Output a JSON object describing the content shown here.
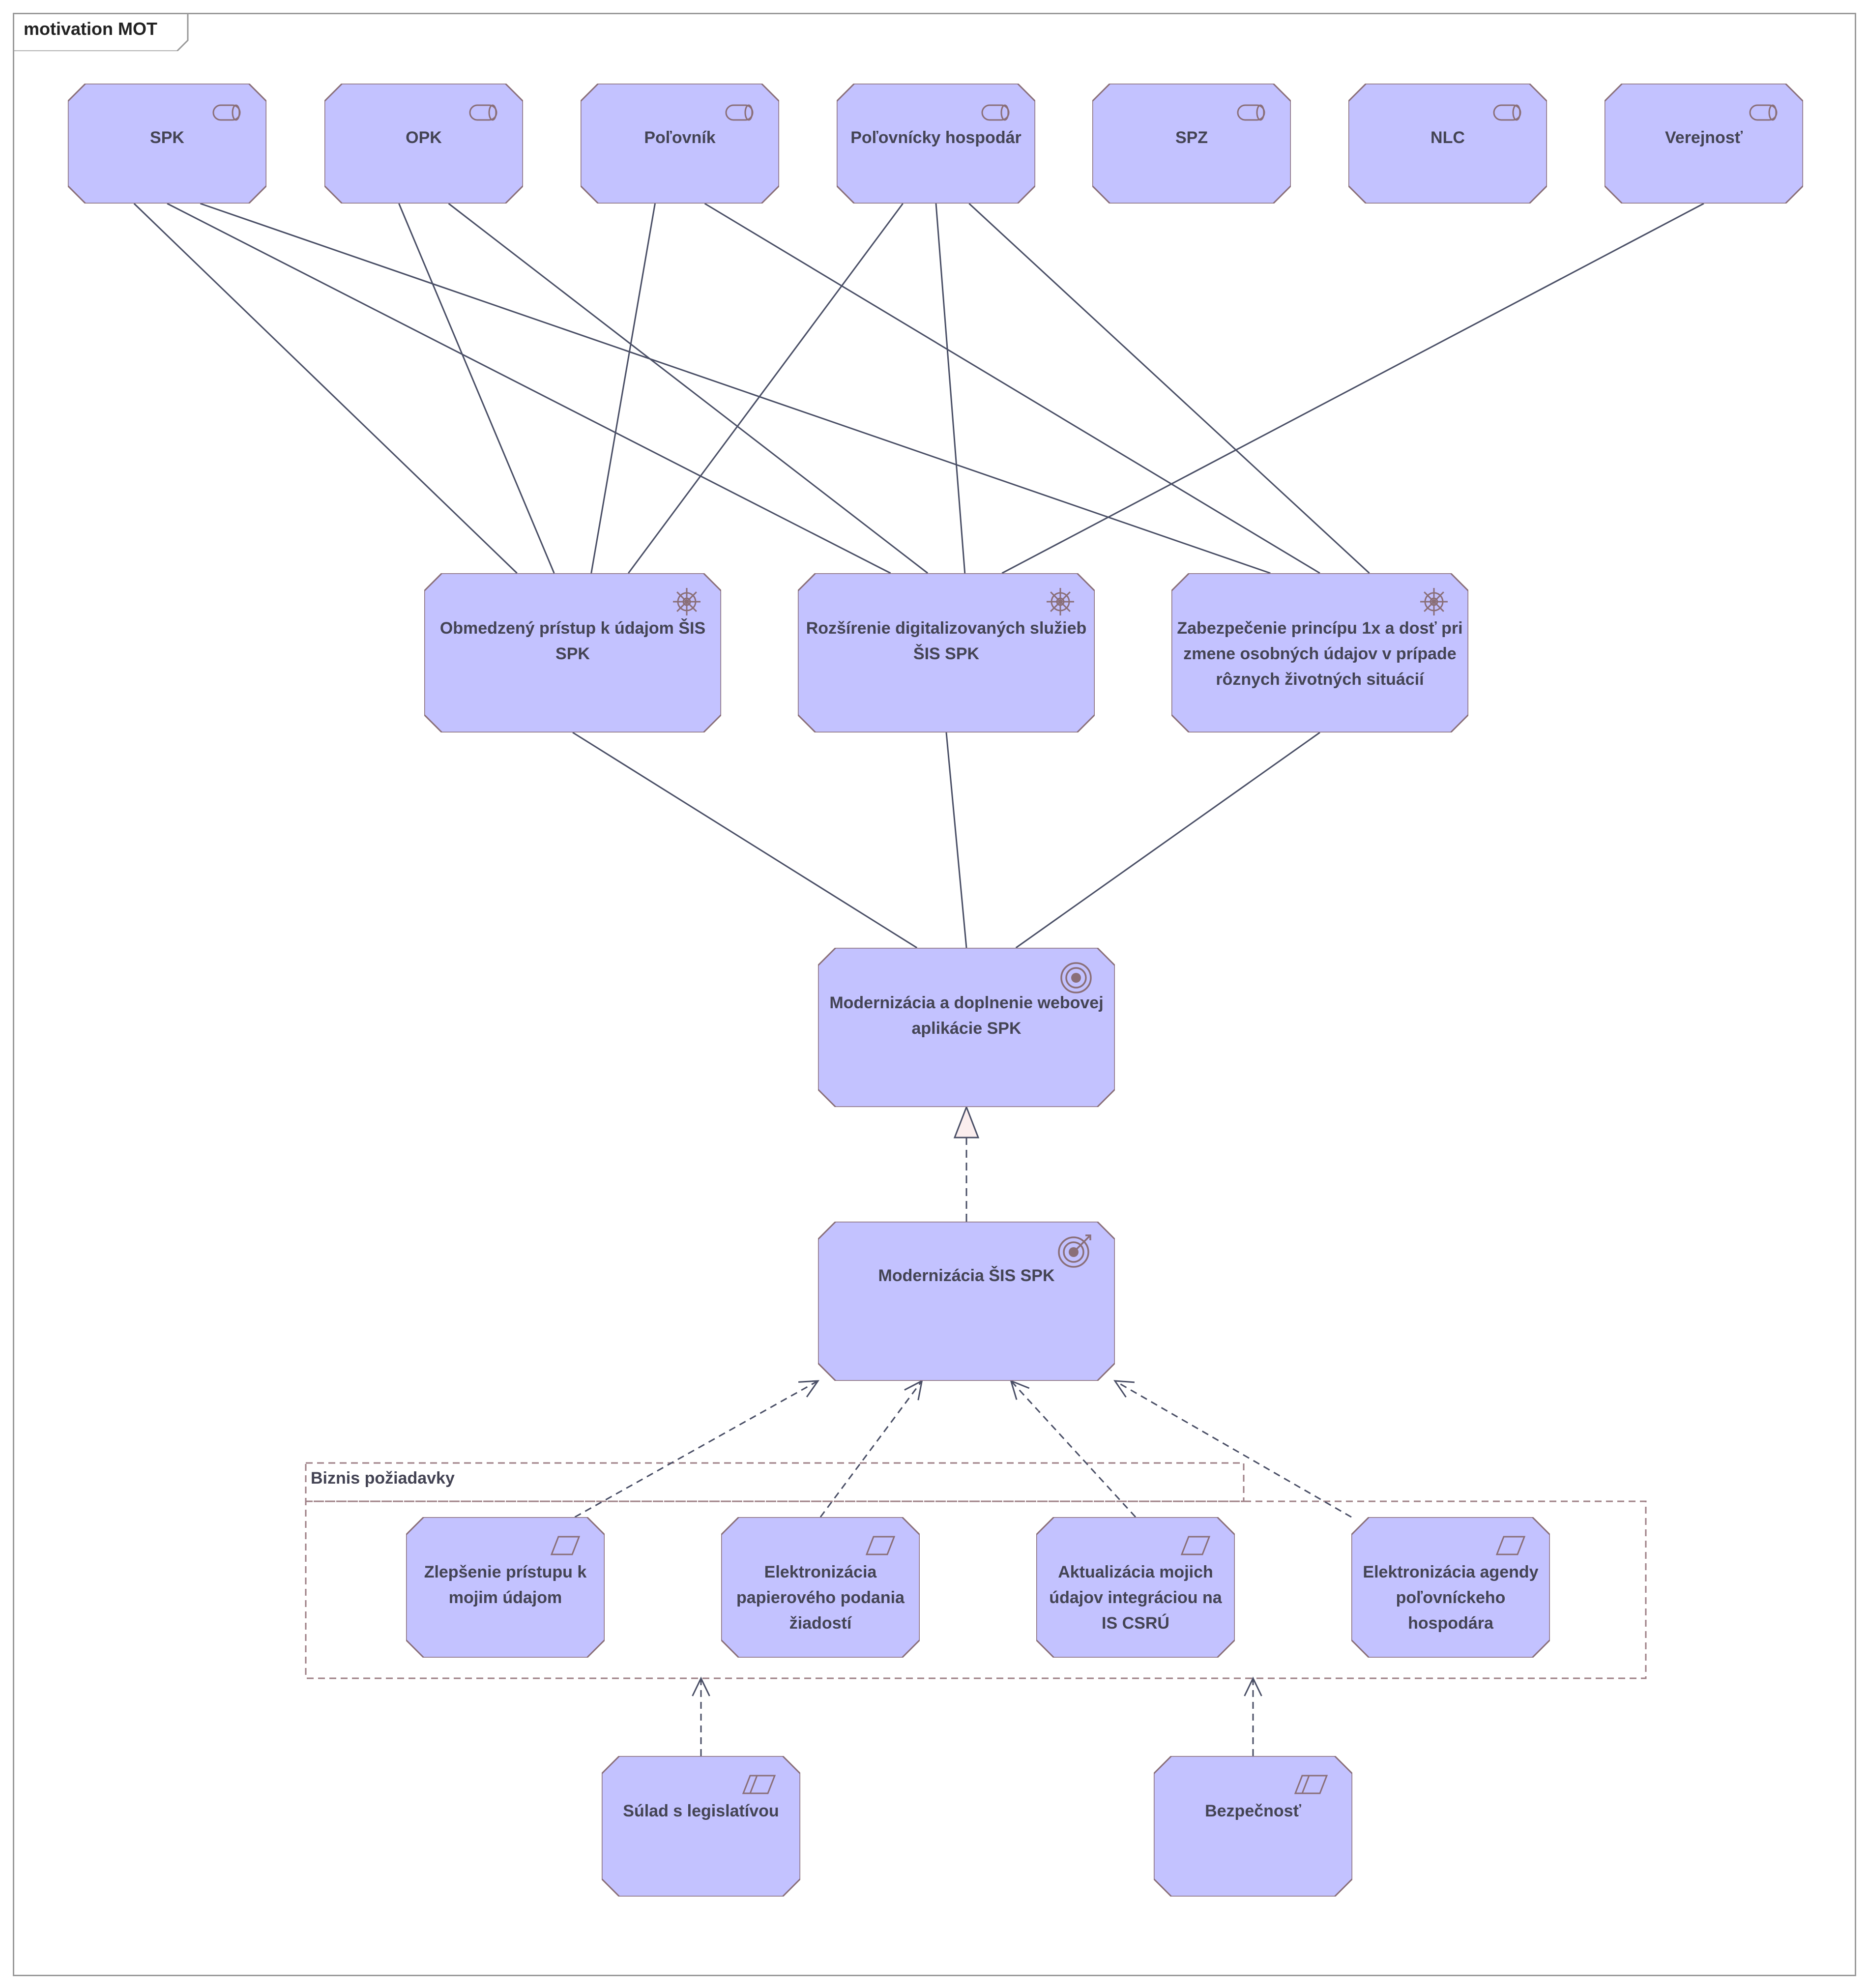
{
  "diagram": {
    "frame_title": "motivation MOT",
    "colors": {
      "node_fill": "#c3c2ff",
      "node_stroke": "#8a6f78",
      "edge": "#4a4f66",
      "group_border": "#9e7f86",
      "icon": "#8a6f78",
      "text": "#444454"
    },
    "stakeholders": [
      {
        "id": "spk",
        "label": "SPK",
        "icon": "stakeholder-icon"
      },
      {
        "id": "opk",
        "label": "OPK",
        "icon": "stakeholder-icon"
      },
      {
        "id": "polovnik",
        "label": "Poľovník",
        "icon": "stakeholder-icon"
      },
      {
        "id": "hospodar",
        "label": "Poľovnícky hospodár",
        "icon": "stakeholder-icon"
      },
      {
        "id": "spz",
        "label": "SPZ",
        "icon": "stakeholder-icon"
      },
      {
        "id": "nlc",
        "label": "NLC",
        "icon": "stakeholder-icon"
      },
      {
        "id": "verejnost",
        "label": "Verejnosť",
        "icon": "stakeholder-icon"
      }
    ],
    "drivers": [
      {
        "id": "d1",
        "label": "Obmedzený prístup k údajom ŠIS SPK",
        "icon": "driver-icon"
      },
      {
        "id": "d2",
        "label": "Rozšírenie digitalizovaných služieb ŠIS SPK",
        "icon": "driver-icon"
      },
      {
        "id": "d3",
        "label": "Zabezpečenie princípu 1x a dosť pri zmene osobných údajov v prípade rôznych životných situácií",
        "icon": "driver-icon"
      }
    ],
    "goal": {
      "id": "goal",
      "label": "Modernizácia a doplnenie webovej aplikácie SPK",
      "icon": "goal-icon"
    },
    "outcome": {
      "id": "outcome",
      "label": "Modernizácia ŠIS SPK",
      "icon": "outcome-icon"
    },
    "group": {
      "label": "Biznis požiadavky"
    },
    "requirements": [
      {
        "id": "r1",
        "label": "Zlepšenie prístupu k mojim údajom",
        "icon": "requirement-icon"
      },
      {
        "id": "r2",
        "label": "Elektronizácia papierového podania žiadostí",
        "icon": "requirement-icon"
      },
      {
        "id": "r3",
        "label": "Aktualizácia mojich údajov integráciou na IS CSRÚ",
        "icon": "requirement-icon"
      },
      {
        "id": "r4",
        "label": "Elektronizácia agendy poľovníckeho hospodára",
        "icon": "requirement-icon"
      }
    ],
    "constraints": [
      {
        "id": "c1",
        "label": "Súlad s legislatívou",
        "icon": "constraint-icon"
      },
      {
        "id": "c2",
        "label": "Bezpečnosť",
        "icon": "constraint-icon"
      }
    ],
    "associations": [
      {
        "from": "spk",
        "to": "d1"
      },
      {
        "from": "spk",
        "to": "d2"
      },
      {
        "from": "spk",
        "to": "d3"
      },
      {
        "from": "opk",
        "to": "d1"
      },
      {
        "from": "opk",
        "to": "d2"
      },
      {
        "from": "polovnik",
        "to": "d1"
      },
      {
        "from": "polovnik",
        "to": "d3"
      },
      {
        "from": "hospodar",
        "to": "d1"
      },
      {
        "from": "hospodar",
        "to": "d2"
      },
      {
        "from": "hospodar",
        "to": "d3"
      },
      {
        "from": "verejnost",
        "to": "d2"
      },
      {
        "from": "d1",
        "to": "goal"
      },
      {
        "from": "d2",
        "to": "goal"
      },
      {
        "from": "d3",
        "to": "goal"
      }
    ],
    "realizations": [
      {
        "from": "outcome",
        "to": "goal"
      }
    ],
    "influences": [
      {
        "from": "r1",
        "to": "outcome"
      },
      {
        "from": "r2",
        "to": "outcome"
      },
      {
        "from": "r3",
        "to": "outcome"
      },
      {
        "from": "r4",
        "to": "outcome"
      },
      {
        "from": "c1",
        "to": "group"
      },
      {
        "from": "c2",
        "to": "group"
      }
    ]
  }
}
